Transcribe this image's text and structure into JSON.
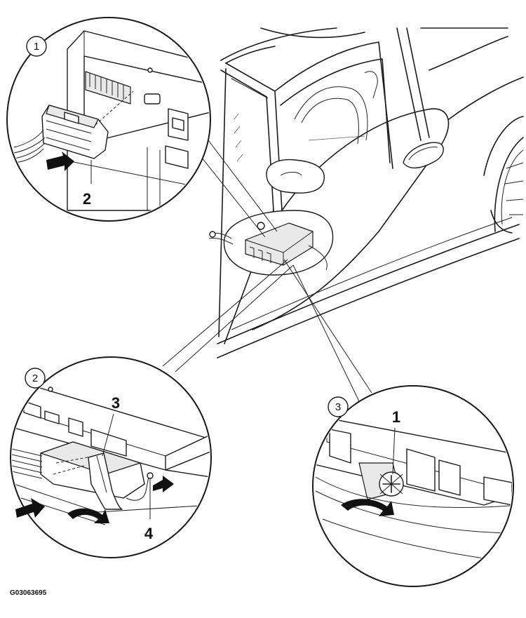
{
  "detail_markers": [
    "1",
    "2",
    "3"
  ],
  "callouts": {
    "connector": "2",
    "clip": "3",
    "ground_wire": "4",
    "screw": "1"
  },
  "figure_code": "G03063695"
}
